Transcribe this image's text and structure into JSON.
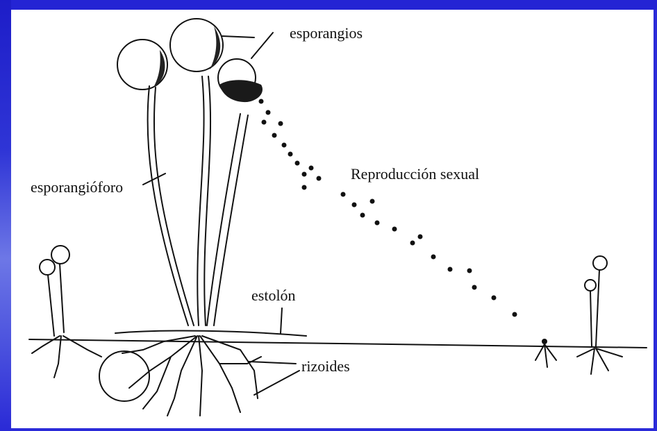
{
  "colors": {
    "background": "#2b2bd9",
    "panel": "#ffffff",
    "ink": "#111111"
  },
  "labels": {
    "esporangios": "esporangios",
    "esporangioforo": "esporangióforo",
    "reproduccion": "Reproducción sexual",
    "estolon": "estolón",
    "rizoides": "rizoides"
  }
}
